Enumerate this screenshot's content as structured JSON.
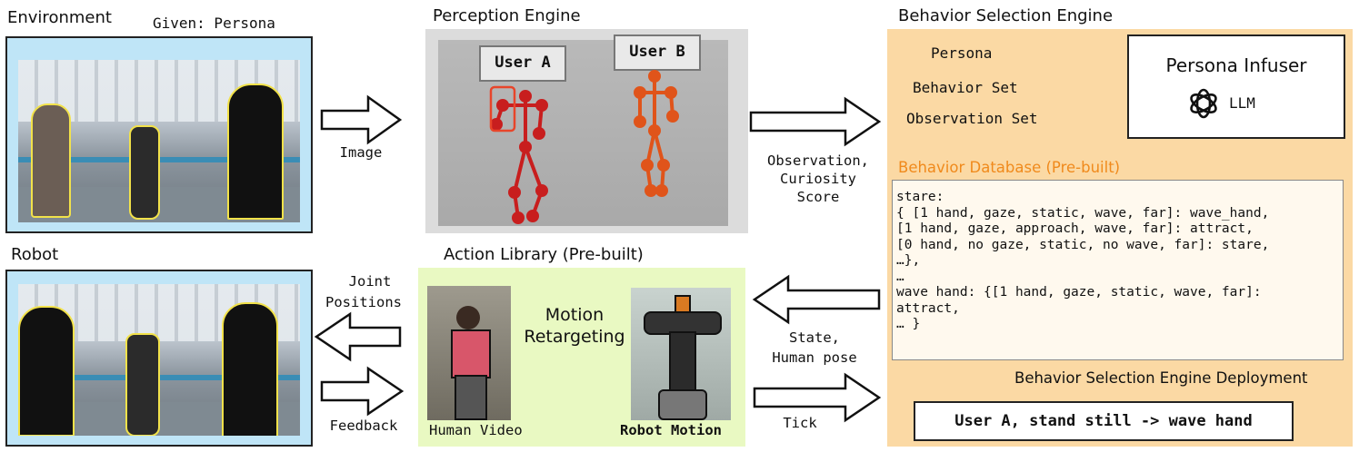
{
  "environment": {
    "title": "Environment",
    "given": "Given: Persona"
  },
  "robot": {
    "title": "Robot"
  },
  "perception": {
    "title": "Perception Engine",
    "user_a": "User A",
    "user_b": "User B"
  },
  "behavior_selection": {
    "title": "Behavior Selection Engine",
    "inputs": [
      "Persona",
      "Behavior Set",
      "Observation Set"
    ],
    "infuser_title": "Persona Infuser",
    "llm_label": "LLM",
    "db_title": "Behavior Database (Pre-built)",
    "db_lines": [
      "stare:",
      "{ [1 hand, gaze, static, wave, far]: wave_hand,",
      "[1 hand, gaze, approach, wave, far]: attract,",
      "[0 hand, no gaze, static, no wave, far]: stare,",
      "…},",
      "…",
      "wave hand: {[1 hand, gaze, static, wave, far]:",
      "attract,",
      "… }"
    ],
    "deployment_title": "Behavior Selection Engine Deployment",
    "result": "User A, stand still -> wave hand"
  },
  "action_library": {
    "title": "Action Library (Pre-built)",
    "motion_line1": "Motion",
    "motion_line2": "Retargeting",
    "human_video": "Human Video",
    "robot_motion": "Robot Motion"
  },
  "arrows": {
    "image": "Image",
    "observation_line1": "Observation,",
    "observation_line2": "Curiosity",
    "observation_line3": "Score",
    "joint_line1": "Joint",
    "joint_line2": "Positions",
    "feedback": "Feedback",
    "state_line1": "State,",
    "state_line2": "Human pose",
    "tick": "Tick"
  },
  "colors": {
    "scene_bg": "#bfe5f7",
    "bse_bg": "#fbd9a4",
    "db_title": "#f08a1c",
    "action_bg": "#e9f9c2",
    "user_a_skeleton": "#c81e1e",
    "user_b_skeleton": "#e0541a"
  }
}
